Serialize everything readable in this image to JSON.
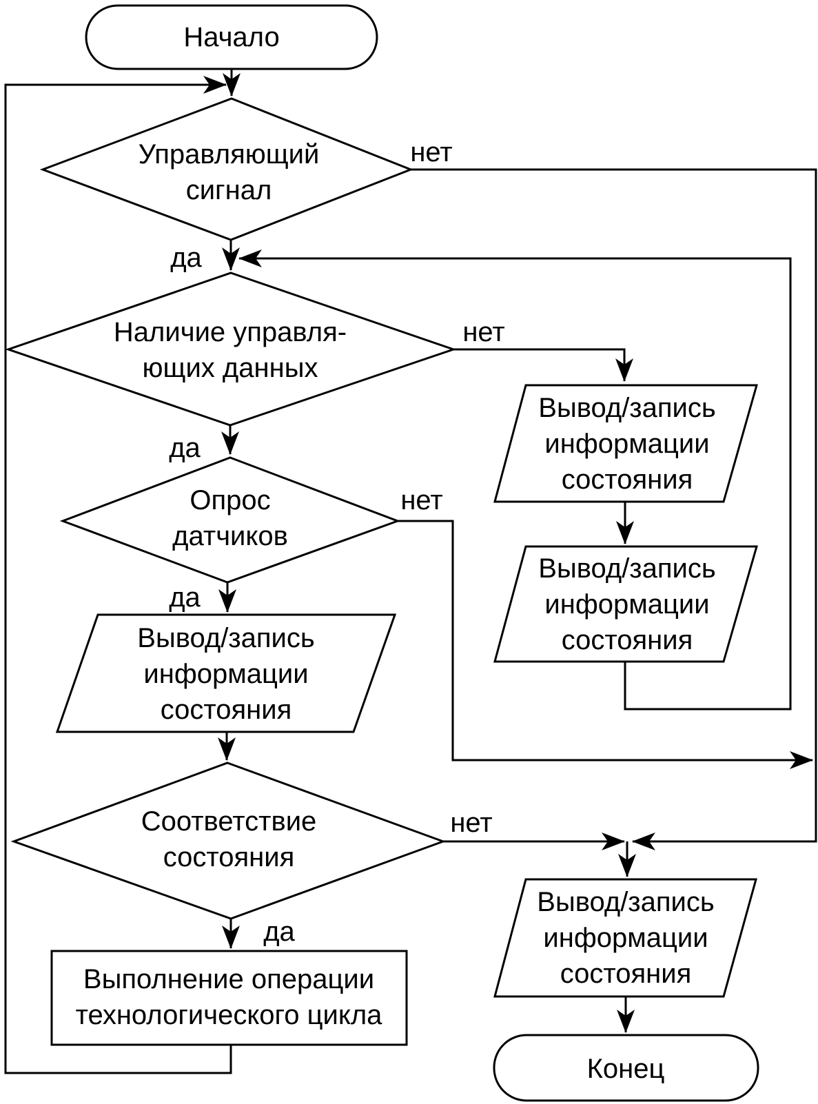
{
  "page": {
    "background_color": "#ffffff",
    "stroke_color": "#000000",
    "shape_fill_color": "#ffffff",
    "text_color": "#000000"
  },
  "diagram": {
    "type": "flowchart",
    "language": "ru",
    "nodes": {
      "start": {
        "shape": "terminator",
        "label": "Начало"
      },
      "d1": {
        "shape": "decision",
        "line1": "Управляющий",
        "line2": "сигнал"
      },
      "d2": {
        "shape": "decision",
        "line1": "Наличие управля-",
        "line2": "ющих данных"
      },
      "d3": {
        "shape": "decision",
        "line1": "Опрос",
        "line2": "датчиков"
      },
      "p_left": {
        "shape": "input-output",
        "line1": "Вывод/запись",
        "line2": "информации",
        "line3": "состояния"
      },
      "d4": {
        "shape": "decision",
        "line1": "Соответствие",
        "line2": "состояния"
      },
      "process": {
        "shape": "process",
        "line1": "Выполнение операции",
        "line2": "технологического цикла"
      },
      "p_right1": {
        "shape": "input-output",
        "line1": "Вывод/запись",
        "line2": "информации",
        "line3": "состояния"
      },
      "p_right2": {
        "shape": "input-output",
        "line1": "Вывод/запись",
        "line2": "информации",
        "line3": "состояния"
      },
      "p_final": {
        "shape": "input-output",
        "line1": "Вывод/запись",
        "line2": "информации",
        "line3": "состояния"
      },
      "end": {
        "shape": "terminator",
        "label": "Конец"
      }
    },
    "branch_labels": {
      "d1_yes": "да",
      "d1_no": "нет",
      "d2_yes": "да",
      "d2_no": "нет",
      "d3_yes": "да",
      "d3_no": "нет",
      "d4_yes": "да",
      "d4_no": "нет"
    }
  }
}
